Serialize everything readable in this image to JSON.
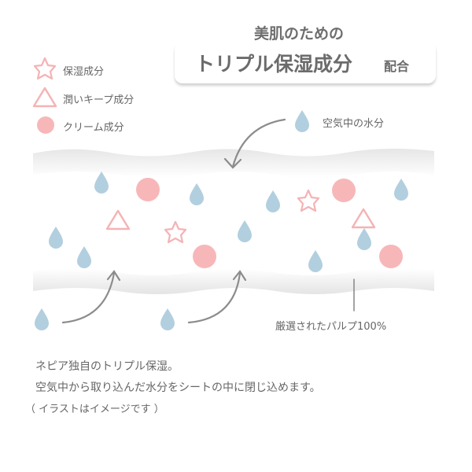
{
  "header": {
    "subtitle": "美肌のための",
    "title": "トリプル保湿成分",
    "title_suffix": "配合"
  },
  "legend": [
    {
      "icon": "star-icon",
      "label": "保湿成分"
    },
    {
      "icon": "triangle-icon",
      "label": "潤いキープ成分"
    },
    {
      "icon": "circle-icon",
      "label": "クリーム成分"
    }
  ],
  "annotations": {
    "air_moisture": "空気中の水分",
    "pulp": "厳選されたパルプ100%"
  },
  "description": {
    "line1": "ネピア独自のトリプル保湿。",
    "line2": "空気中から取り込んだ水分をシートの中に閉じ込めます。",
    "disclaimer": "（ イラストはイメージです ）"
  },
  "colors": {
    "drop": "#b2cfdf",
    "pink": "#f7b7b9",
    "text": "#666666",
    "arrow": "#8c8c8c"
  }
}
